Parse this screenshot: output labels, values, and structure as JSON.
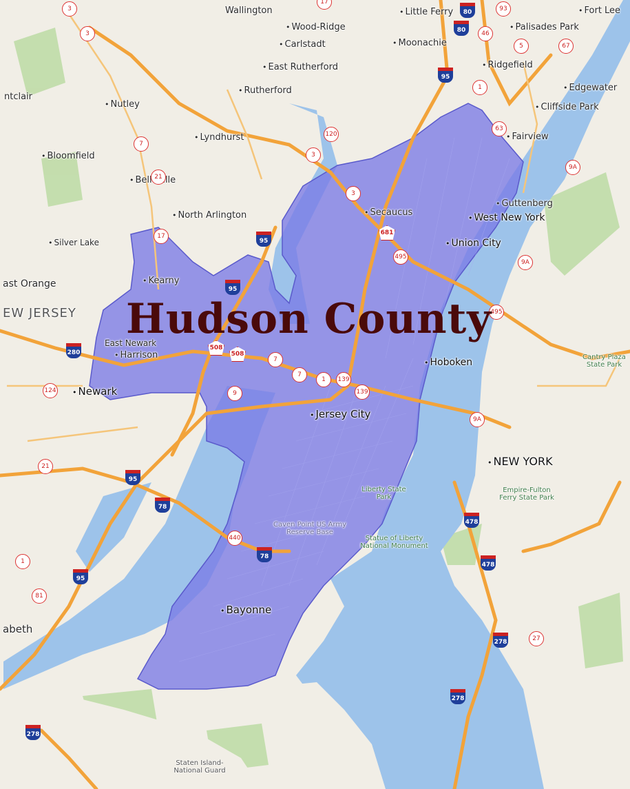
{
  "title": "Hudson County",
  "colors": {
    "water": "#9dc3ea",
    "land": "#f1eee6",
    "county_fill": "#7b7be6",
    "highway": "#f2a33a",
    "park": "#b9d9a0",
    "title": "#4a0a0a"
  },
  "cities": [
    {
      "name": "Wallington"
    },
    {
      "name": "Wood-Ridge"
    },
    {
      "name": "Carlstadt"
    },
    {
      "name": "Moonachie"
    },
    {
      "name": "Little Ferry"
    },
    {
      "name": "Palisades Park"
    },
    {
      "name": "Fort Lee"
    },
    {
      "name": "East Rutherford"
    },
    {
      "name": "Ridgefield"
    },
    {
      "name": "Rutherford"
    },
    {
      "name": "Edgewater"
    },
    {
      "name": "ntclair"
    },
    {
      "name": "Nutley"
    },
    {
      "name": "Cliffside Park"
    },
    {
      "name": "Fairview"
    },
    {
      "name": "Lyndhurst"
    },
    {
      "name": "Bloomfield"
    },
    {
      "name": "Belleville"
    },
    {
      "name": "Guttenberg"
    },
    {
      "name": "Secaucus"
    },
    {
      "name": "West New York"
    },
    {
      "name": "North Arlington"
    },
    {
      "name": "Union City"
    },
    {
      "name": "Silver Lake"
    },
    {
      "name": "Kearny"
    },
    {
      "name": "ast Orange"
    },
    {
      "name": "EW JERSEY"
    },
    {
      "name": "East Newark"
    },
    {
      "name": "Harrison"
    },
    {
      "name": "Hoboken"
    },
    {
      "name": "Newark"
    },
    {
      "name": "Jersey City"
    },
    {
      "name": "NEW YORK"
    },
    {
      "name": "Bayonne"
    },
    {
      "name": "abeth"
    }
  ],
  "parks": [
    {
      "name": "Cantry Plaza State Park"
    },
    {
      "name": "Liberty State Park"
    },
    {
      "name": "Empire-Fulton Ferry State Park"
    },
    {
      "name": "Caven Point US Army Reserve Base"
    },
    {
      "name": "Statue of Liberty National Monument"
    },
    {
      "name": "Staten Island-National Guard"
    }
  ],
  "shields": {
    "state": [
      "3",
      "3",
      "17",
      "93",
      "46",
      "5",
      "67",
      "1",
      "120",
      "63",
      "7",
      "3",
      "21",
      "9A",
      "3",
      "17",
      "495",
      "9A",
      "495",
      "7",
      "7",
      "1",
      "139",
      "139",
      "124",
      "9",
      "9A",
      "21",
      "440",
      "1",
      "81",
      "27"
    ],
    "interstate": [
      "80",
      "80",
      "95",
      "95",
      "95",
      "280",
      "95",
      "78",
      "78",
      "478",
      "478",
      "278",
      "278",
      "95",
      "278"
    ],
    "county": [
      "681",
      "508",
      "508"
    ]
  }
}
